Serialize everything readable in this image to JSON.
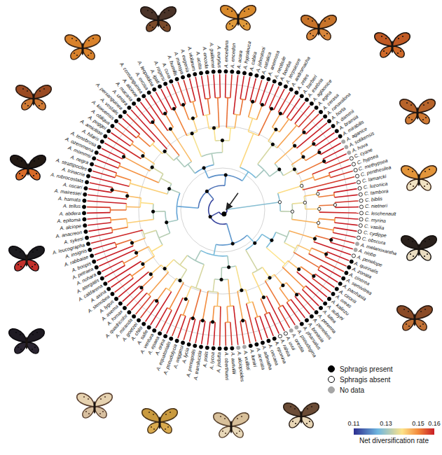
{
  "diagram": {
    "labels": [
      "A. encedana",
      "A. encedon",
      "A. acara",
      "A. hypoleuca",
      "A. cabira",
      "A. johnstoni",
      "A. natalica",
      "A. anemosa",
      "A. neobule",
      "A. bomba",
      "A. terpsicore",
      "A. andromacha",
      "A. zetes",
      "A. barberi",
      "A. esebria",
      "A. aglaonice",
      "A. egina",
      "A. cerasa",
      "A. ranavalona",
      "A. horta",
      "A. dammii",
      "A. braesia",
      "A. mirabilis",
      "A. aganice",
      "A. sotikensis",
      "A. hova",
      "C. cyane",
      "C. hypsea",
      "C. methypsea",
      "C. penthesilea",
      "C. lamarcki",
      "C. luzonica",
      "C. tambora",
      "C. biblis",
      "C. nietneri",
      "C. leschenault",
      "C. myrina",
      "C. vasilia",
      "C. cydippe",
      "C. obscura",
      "A. melanoxantha",
      "A. niobe",
      "A. penelope",
      "A. quirinalis",
      "A. zonata",
      "A. cinerea",
      "A. semivitrea",
      "A. parrhasia",
      "A. circeis",
      "A. oreas",
      "A. kalinzu",
      "A. aubyni",
      "A. lutea",
      "A. perenna",
      "A. peneleos",
      "A. bonasia",
      "A. pharsalus",
      "A. pseudegina",
      "A. orestia",
      "A. uvui",
      "A. rahira",
      "A. eponina",
      "A. oncaea",
      "A. admatha",
      "A. acerata",
      "A. lumiri",
      "A. vuilloti",
      "A. alciopoides",
      "A. aurivillii",
      "A. oberthueri",
      "A. jodutta",
      "A. lycoa",
      "A. polis",
      "A. translucida",
      "A. pentapolis",
      "A. lycia",
      "A. wigginsi",
      "A. pseudolycia",
      "A. equatorialis",
      "A. orina",
      "A. epaea",
      "A. ventura",
      "A. safie",
      "A. chilo",
      "A. goetzei",
      "A. miranda",
      "A. quadricolor",
      "A. fornax",
      "A. asema",
      "A. lygus",
      "A. stenobea",
      "A. axina",
      "A. caldarena",
      "A. atergatis",
      "A. nohara",
      "A. petraea",
      "A. boopis",
      "A. rabbaiae",
      "A. insignis",
      "A. leucographa",
      "A. sykesi",
      "A. anacreon",
      "A. alciope",
      "A. epitoma",
      "A. abdera",
      "A. tellus",
      "A. hamata",
      "A. mairessei",
      "A. oscari",
      "A. rubrocostata",
      "A. trinacria",
      "A. strattipocles",
      "A. negra",
      "A. mommsi",
      "A. ozemmena",
      "A. tenebrosa",
      "A. hilaris",
      "A. amicitiae",
      "A. poggei",
      "A. obliqua",
      "A. kiwuensis",
      "A. vestalis",
      "A. persanguinea",
      "A. umbra",
      "A. macaria",
      "A. alcinoe",
      "A. consanguinea",
      "A. excisa",
      "A. leopoldina",
      "A. igati",
      "A. rogersi",
      "A. cuva",
      "A. humilis",
      "A. mansya",
      "A. eugenia",
      "A. violarum",
      "A. acrita",
      "A. encoda",
      "A. guillemei",
      "A. eurytus",
      "0.11",
      "0.13",
      "0.15",
      "0.16",
      "Net diversification rate"
    ],
    "legend": [
      {
        "text": "Sphragis present",
        "color": "#000000"
      },
      {
        "text": "Sphragis absent"
      },
      {
        "text": "No data",
        "color": "#a6a6a6"
      }
    ]
  }
}
